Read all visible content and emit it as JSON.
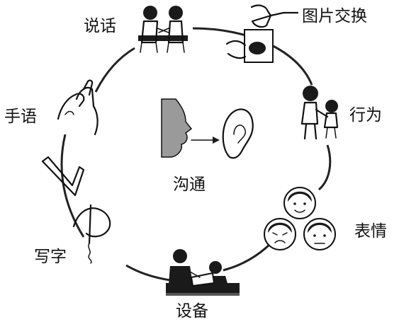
{
  "center": {
    "label": "沟通"
  },
  "nodes": [
    {
      "id": "speech",
      "label": "说话",
      "icon": "two-people-talking-icon"
    },
    {
      "id": "picture-exchange",
      "label": "图片交换",
      "icon": "hand-giving-picture-icon"
    },
    {
      "id": "behavior",
      "label": "行为",
      "icon": "adult-holding-child-icon"
    },
    {
      "id": "expression",
      "label": "表情",
      "icon": "facial-expressions-icon"
    },
    {
      "id": "device",
      "label": "设备",
      "icon": "people-using-device-icon"
    },
    {
      "id": "writing",
      "label": "写字",
      "icon": "hand-writing-icon"
    },
    {
      "id": "sign-language",
      "label": "手语",
      "icon": "sign-language-hands-icon"
    }
  ],
  "center_icons": [
    "face-profile-icon",
    "arrow-right-icon",
    "ear-icon"
  ]
}
